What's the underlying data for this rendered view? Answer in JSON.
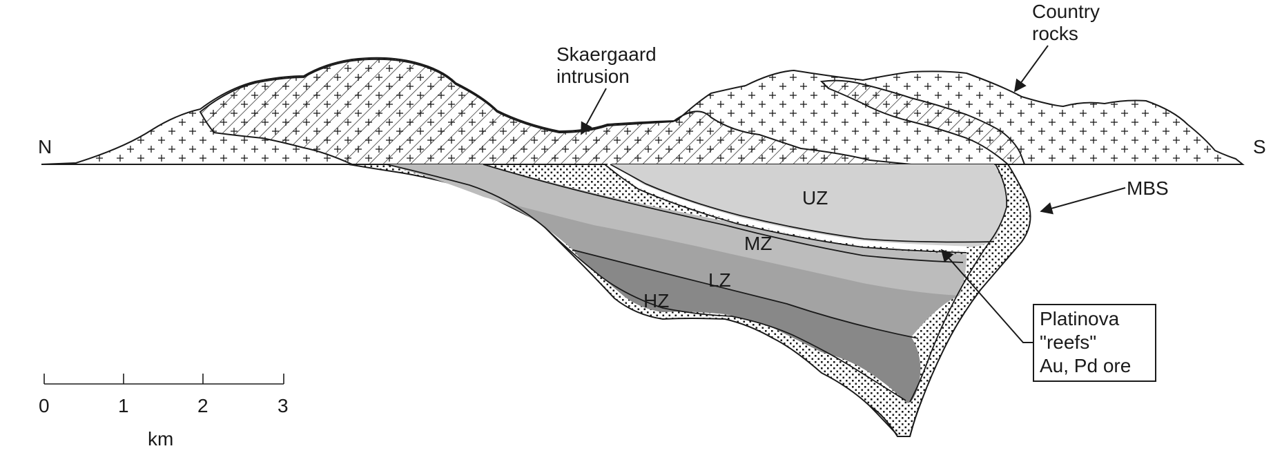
{
  "labels": {
    "north": "N",
    "south": "S",
    "intrusion_line1": "Skaergaard",
    "intrusion_line2": "intrusion",
    "country_line1": "Country",
    "country_line2": "rocks",
    "mbs": "MBS",
    "box_line1": "Platinova",
    "box_line2": "\"reefs\"",
    "box_line3": "Au, Pd ore"
  },
  "zones": {
    "uz": "UZ",
    "mz": "MZ",
    "lz": "LZ",
    "hz": "HZ"
  },
  "scale_bar": {
    "ticks": [
      "0",
      "1",
      "2",
      "3"
    ],
    "unit": "km"
  },
  "colors": {
    "ink": "#1a1a1a",
    "uz": "#d2d2d2",
    "mz": "#bcbcbc",
    "lz": "#a3a3a3",
    "hz": "#888888"
  }
}
